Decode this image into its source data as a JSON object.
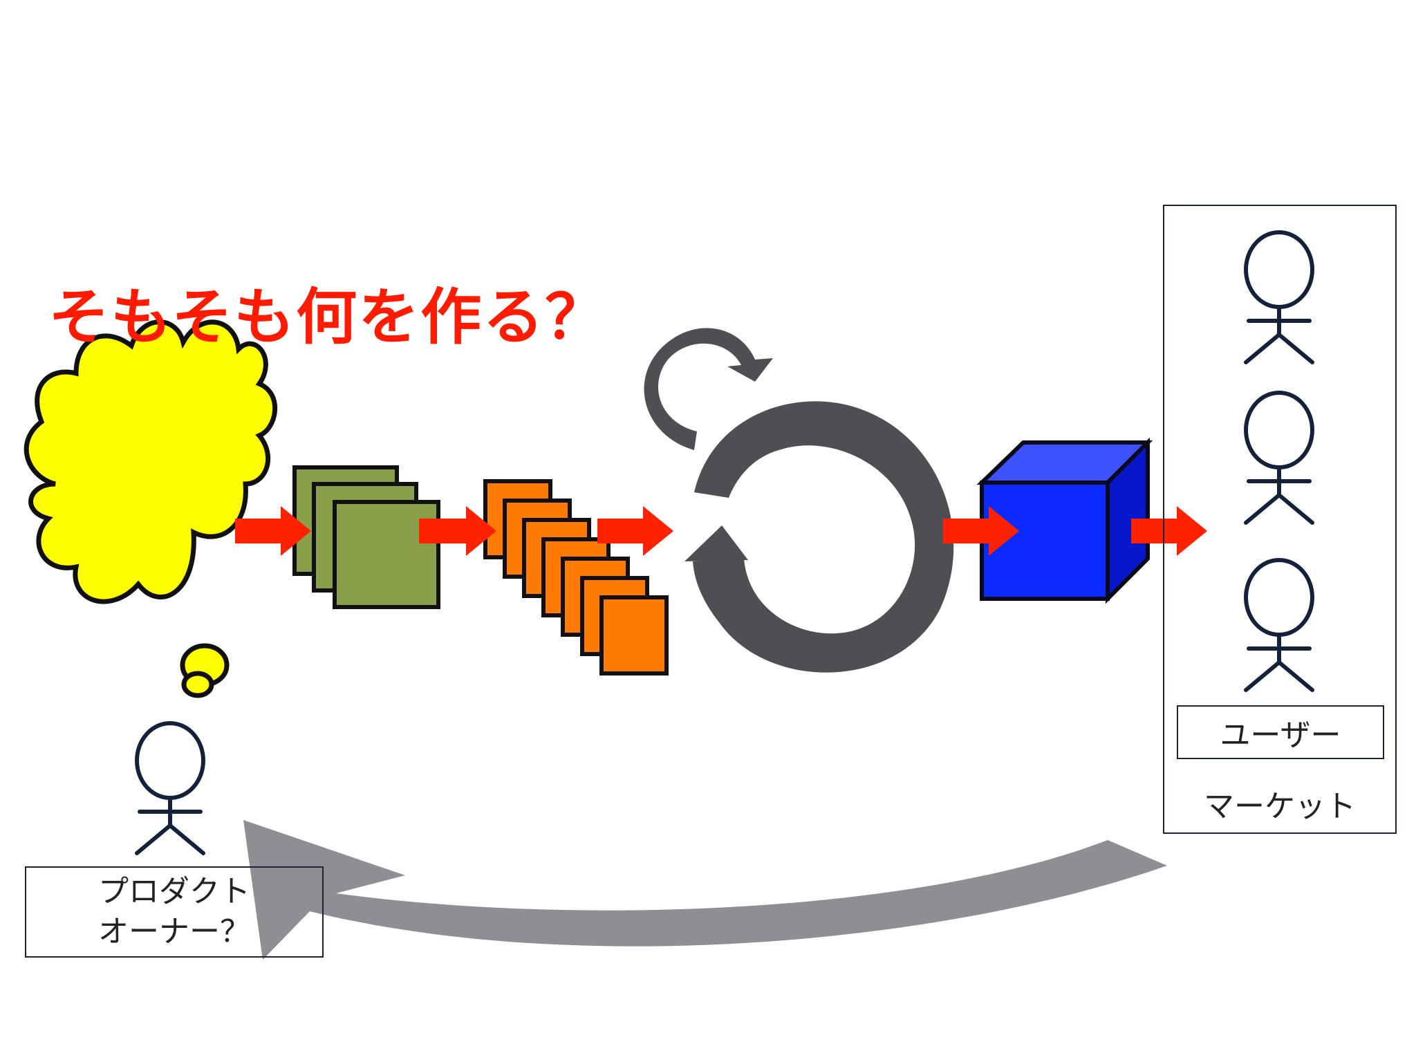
{
  "title": "そもそも何を作る？",
  "owner": {
    "label_line1": "プロダクト",
    "label_line2": "オーナー？"
  },
  "market": {
    "users_label": "ユーザー",
    "market_label": "マーケット"
  },
  "colors": {
    "title": "#ff1a00",
    "arrow_red": "#ff2200",
    "cloud_fill": "#ffff00",
    "green_card": "#8a9f4a",
    "orange_card": "#ff7a00",
    "cycle_gray": "#4f4f53",
    "feedback_gray": "#8e8e93",
    "cube_front": "#0a2aff",
    "cube_top": "#3d52ff",
    "cube_side": "#0718cc",
    "outline": "#14213a"
  },
  "icons": [
    "thought-cloud-icon",
    "stick-figure-icon",
    "cycle-arrow-icon",
    "cube-icon"
  ]
}
